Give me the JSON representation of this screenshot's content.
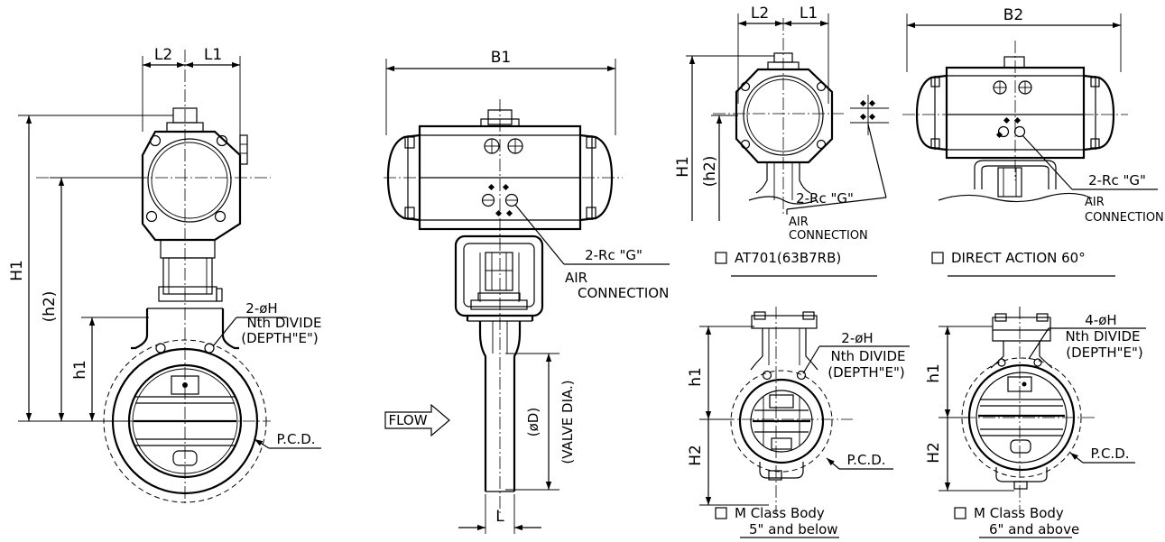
{
  "views": {
    "front": {
      "dims": {
        "l2": "L2",
        "l1": "L1",
        "H1": "H1",
        "h2": "(h2)",
        "h1": "h1"
      },
      "hole_note": [
        "2-øH",
        "Nth DIVIDE",
        "(DEPTH\"E\")"
      ],
      "pcd": "P.C.D."
    },
    "side": {
      "dims": {
        "B1": "B1",
        "phiD": "(øD)",
        "valve_dia": "(VALVE DIA.)",
        "L": "L"
      },
      "flow": "FLOW",
      "air_note": [
        "2-Rc \"G\"",
        "AIR",
        "CONNECTION"
      ]
    },
    "at701": {
      "dims": {
        "l2": "L2",
        "l1": "L1",
        "H1": "H1",
        "h2": "(h2)"
      },
      "air_note": [
        "2-Rc \"G\"",
        "AIR",
        "CONNECTION"
      ],
      "caption": "AT701(63B7RB)"
    },
    "direct60": {
      "dims": {
        "B2": "B2"
      },
      "air_note": [
        "2-Rc \"G\"",
        "AIR",
        "CONNECTION"
      ],
      "caption": "DIRECT ACTION 60°"
    },
    "mclass_small": {
      "dims": {
        "h1": "h1",
        "H2": "H2"
      },
      "hole_note": [
        "2-øH",
        "Nth DIVIDE",
        "(DEPTH\"E\")"
      ],
      "pcd": "P.C.D.",
      "caption": [
        "M Class Body",
        "5\" and below"
      ]
    },
    "mclass_large": {
      "dims": {
        "h1": "h1",
        "H2": "H2"
      },
      "hole_note": [
        "4-øH",
        "Nth DIVIDE",
        "(DEPTH\"E\")"
      ],
      "pcd": "P.C.D.",
      "caption": [
        "M Class Body",
        "6\" and above"
      ]
    }
  }
}
